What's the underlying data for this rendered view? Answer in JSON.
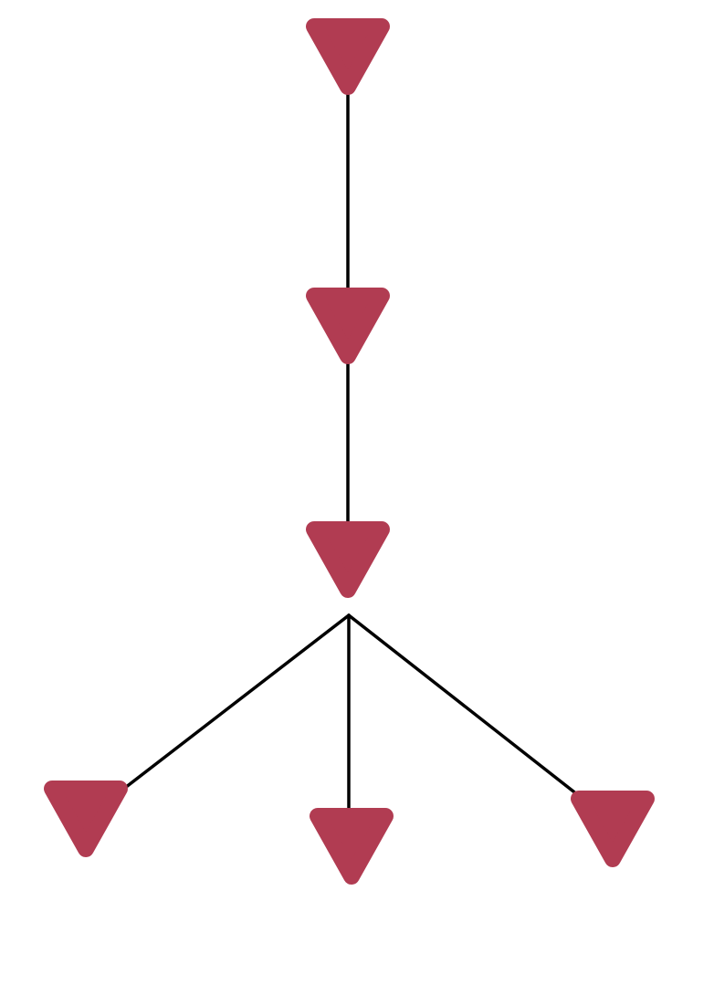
{
  "diagram": {
    "type": "tree",
    "colors": {
      "node_fill": "#b13c52",
      "edge": "#000000",
      "background": "#ffffff"
    },
    "node_shape": "down-triangle-icon",
    "nodes": [
      {
        "id": "n1"
      },
      {
        "id": "n2"
      },
      {
        "id": "n3"
      },
      {
        "id": "n4"
      },
      {
        "id": "n5"
      },
      {
        "id": "n6"
      }
    ],
    "edges": [
      {
        "from": "n1",
        "to": "n2"
      },
      {
        "from": "n2",
        "to": "n3"
      },
      {
        "from": "n3",
        "to": "n4"
      },
      {
        "from": "n3",
        "to": "n5"
      },
      {
        "from": "n3",
        "to": "n6"
      }
    ]
  }
}
